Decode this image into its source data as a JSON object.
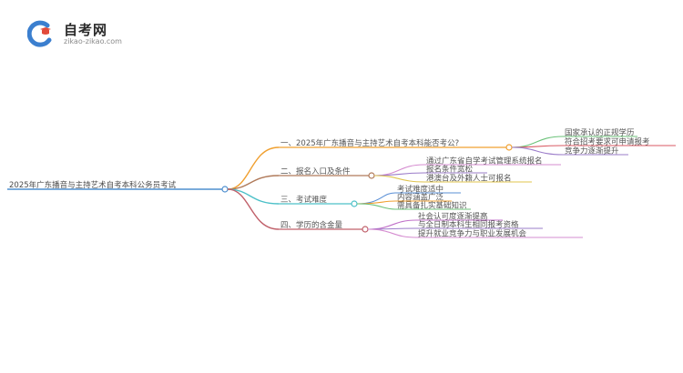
{
  "site": {
    "logo_icon": "graduation-cap-c-icon",
    "name": "自考网",
    "url": "zikao-zikao.com"
  },
  "mindmap": {
    "root": "2025年广东播音与主持艺术自考本科公务员考试",
    "root_color": "#4f8fcf",
    "branches": [
      {
        "label": "一、2025年广东播音与主持艺术自考本科能否考公?",
        "color": "#f0a030",
        "children": [
          "国家承认的正规学历",
          "符合招考要求可申请报考",
          "竞争力逐渐提升"
        ],
        "child_colors": [
          "#6cc27a",
          "#d95a63",
          "#9b7cc9"
        ]
      },
      {
        "label": "二、报名入口及条件",
        "color": "#b07a5a",
        "children": [
          "通过广东省自学考试管理系统报名",
          "报名条件宽松",
          "港澳台及外籍人士可报名"
        ],
        "child_colors": [
          "#d58cd0",
          "#9b7cc9",
          "#e0c44e"
        ]
      },
      {
        "label": "三、考试难度",
        "color": "#4cc0c8",
        "children": [
          "考试难度适中",
          "内容涵盖广泛",
          "需具备扎实基础知识"
        ],
        "child_colors": [
          "#5a8fd6",
          "#f0a030",
          "#6cc27a"
        ]
      },
      {
        "label": "四、学历的含金量",
        "color": "#c0606a",
        "children": [
          "社会认可度逐渐提高",
          "与全日制本科生相同报考资格",
          "提升就业竞争力与职业发展机会"
        ],
        "child_colors": [
          "#c070c8",
          "#9b7cc9",
          "#d58cd0"
        ]
      }
    ]
  }
}
